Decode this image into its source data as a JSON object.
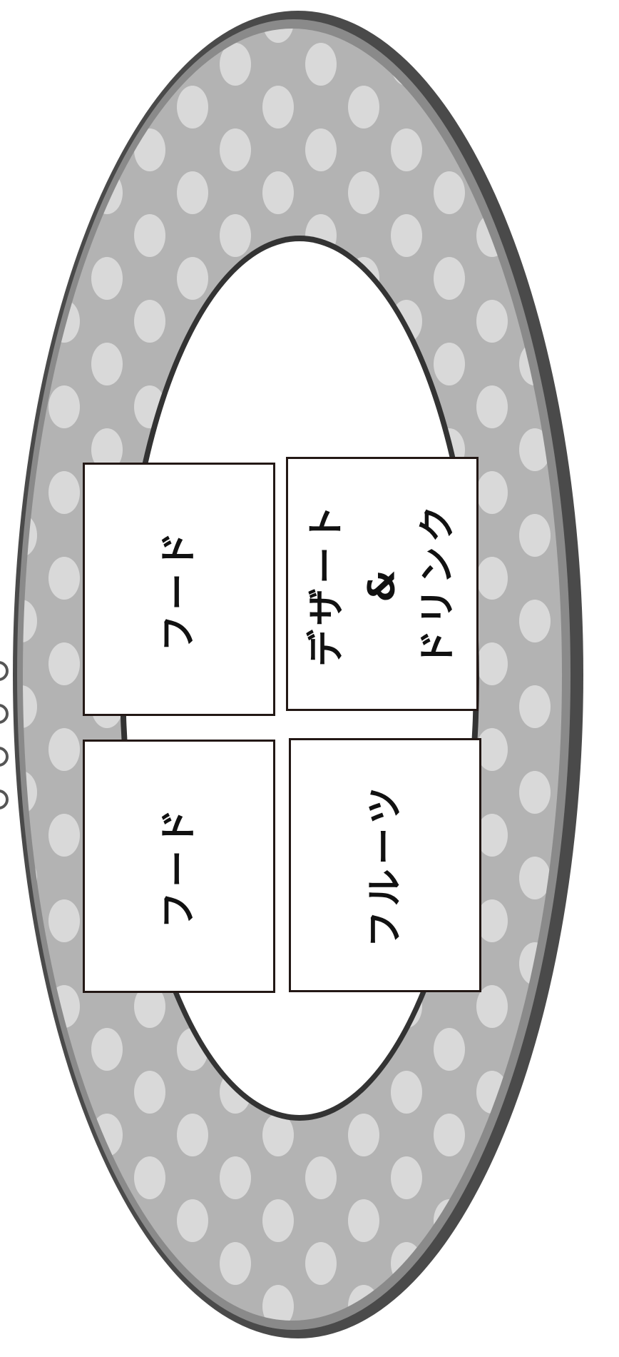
{
  "colors": {
    "plate_rim": "#4a4a4a",
    "plate_fill": "#b3b3b3",
    "dots": "#d9d9d9",
    "inner_edge": "#333333",
    "box_border": "#231815",
    "text": "#111111"
  },
  "menu": {
    "food_top": "フード",
    "dessert_drink": {
      "line1": "デザート",
      "line2": "&",
      "line3": "ドリンク"
    },
    "food_bottom": "フード",
    "fruit": "フルーツ"
  }
}
